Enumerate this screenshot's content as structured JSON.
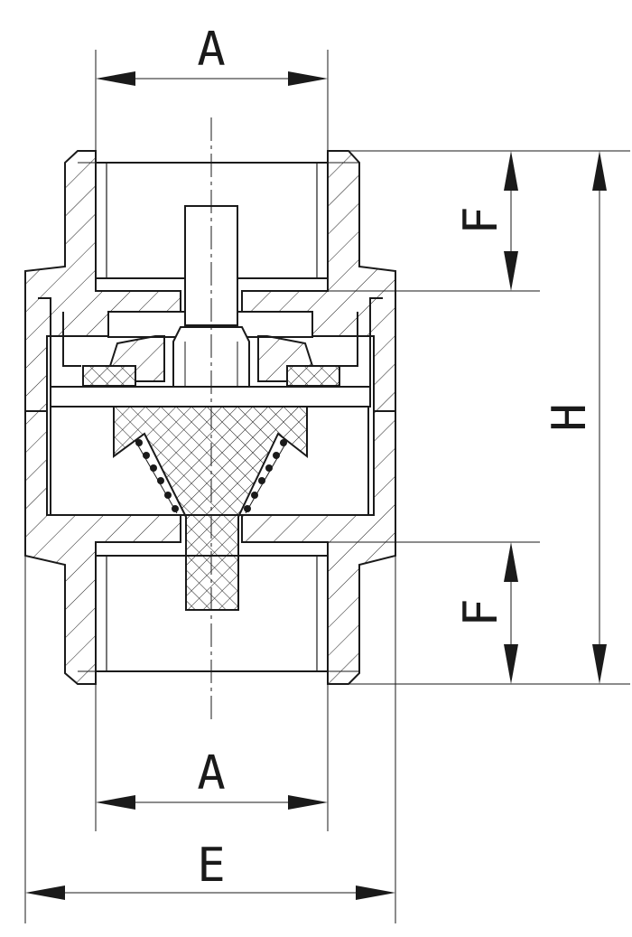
{
  "dimensions": {
    "top_bore": "A",
    "bottom_bore": "A",
    "overall_width": "E",
    "overall_height": "H",
    "top_thread_depth": "F",
    "bottom_thread_depth": "F"
  },
  "colors": {
    "line": "#1a1a1a",
    "background": "#ffffff"
  }
}
